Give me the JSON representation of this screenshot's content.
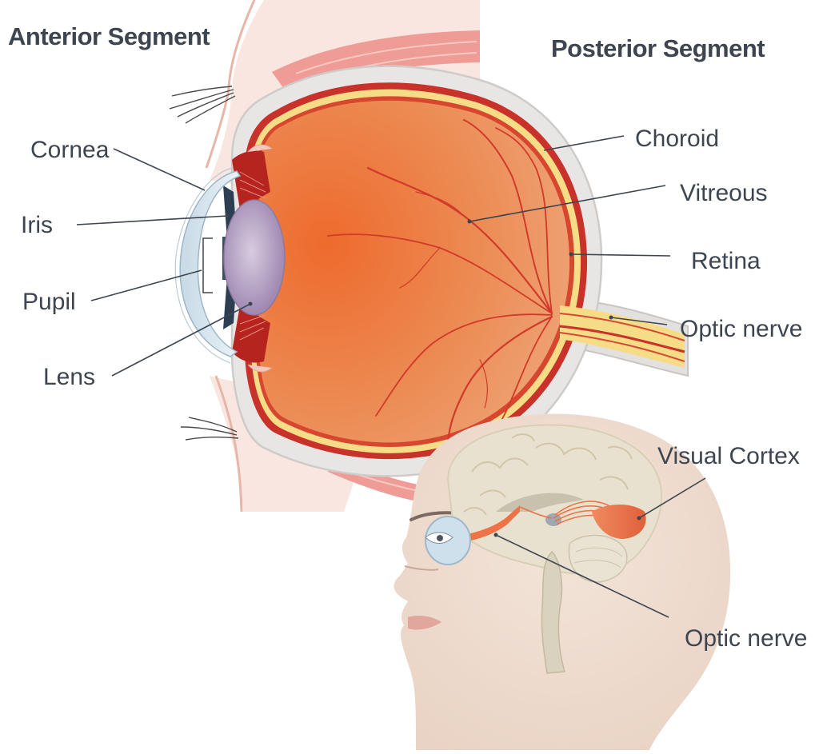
{
  "headings": {
    "anterior": "Anterior Segment",
    "posterior": "Posterior Segment"
  },
  "labels": {
    "cornea": "Cornea",
    "iris": "Iris",
    "pupil": "Pupil",
    "lens": "Lens",
    "choroid": "Choroid",
    "vitreous": "Vitreous",
    "retina": "Retina",
    "optic_nerve_eye": "Optic nerve",
    "visual_cortex": "Visual Cortex",
    "optic_nerve_brain": "Optic nerve"
  },
  "colors": {
    "label_text": "#3d4550",
    "vitreous": "#ec8a4f",
    "retina": "#f6dc86",
    "sclera": "#e7e4e3",
    "lens": "#b6a2c4",
    "cornea": "#d2e1ea",
    "skin": "#ecd8cb",
    "muscle": "#e69a94",
    "optic_pathway": "#ee7245",
    "brain": "#e8e1cf"
  }
}
